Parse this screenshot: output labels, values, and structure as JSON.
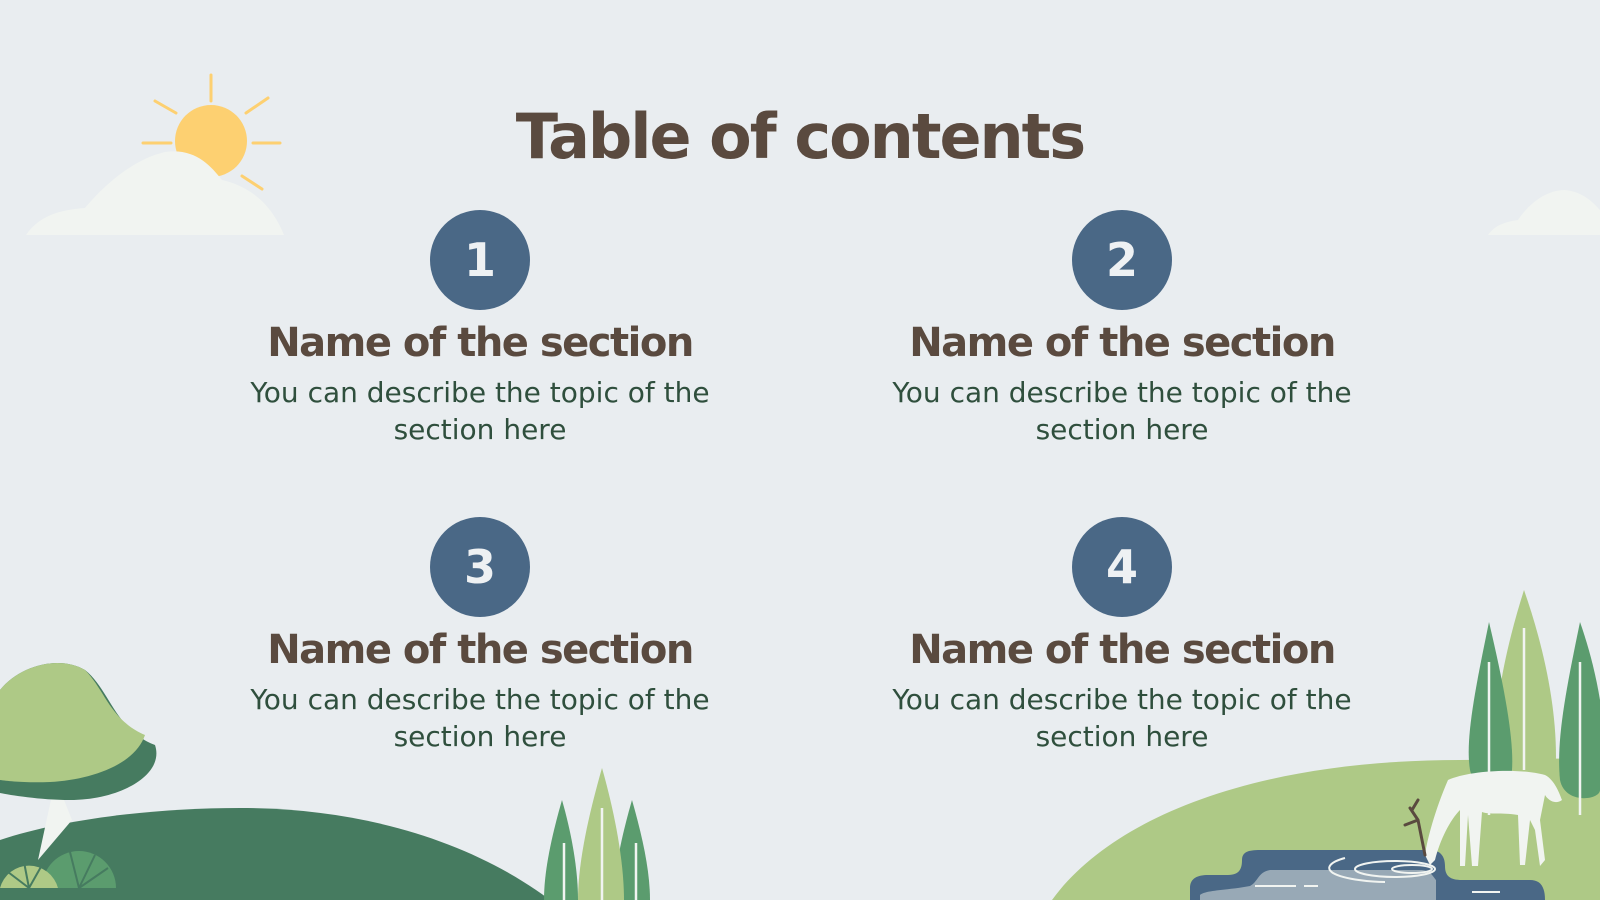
{
  "slide": {
    "title": "Table of contents",
    "items": [
      {
        "number": "1",
        "name": "Name of the section",
        "description": "You can describe the topic of the section here"
      },
      {
        "number": "2",
        "name": "Name of the section",
        "description": "You can describe the topic of the section here"
      },
      {
        "number": "3",
        "name": "Name of the section",
        "description": "You can describe the topic of the section here"
      },
      {
        "number": "4",
        "name": "Name of the section",
        "description": "You can describe the topic of the section here"
      }
    ]
  },
  "colors": {
    "background": "#e9edf0",
    "title": "#5a4a3f",
    "number_circle": "#4a6886",
    "description": "#2f4f3d",
    "sun": "#fdd071",
    "cloud": "#f1f4f1",
    "dark_green": "#467b60",
    "mid_green": "#5b9c6e",
    "light_green": "#aec986",
    "water_dark": "#4a6886",
    "water_light": "#98a9b6"
  }
}
